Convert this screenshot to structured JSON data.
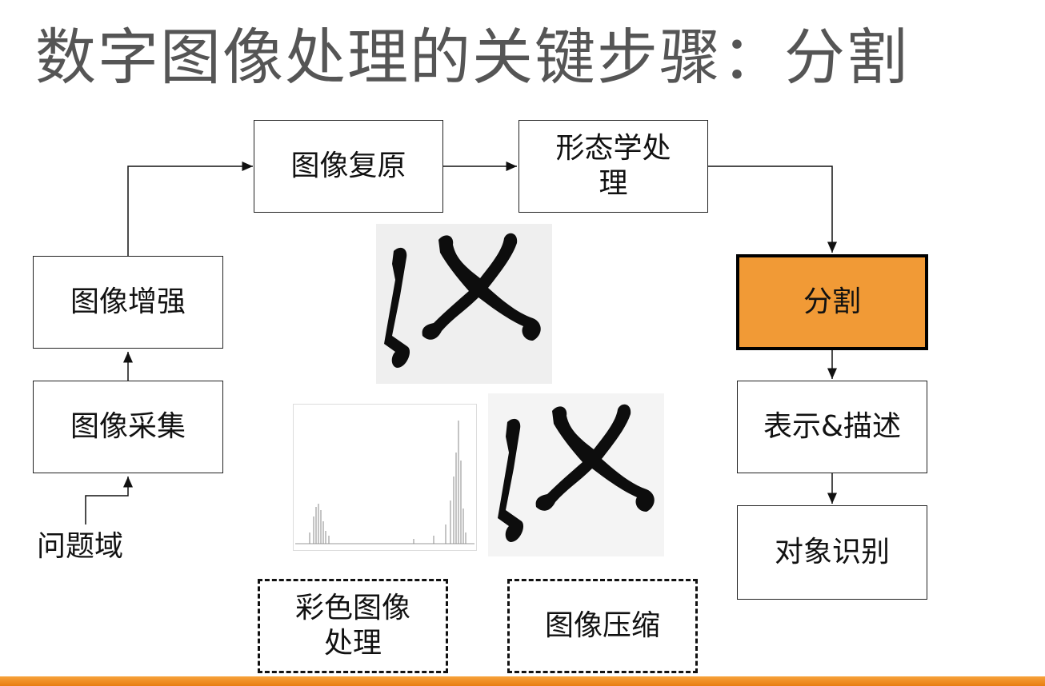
{
  "title": "数字图像处理的关键步骤：分割",
  "nodes": {
    "enhance": "图像增强",
    "acquire": "图像采集",
    "problem": "问题域",
    "restore": "图像复原",
    "morph": "形态学处\n理",
    "segment": "分割",
    "represent": "表示&描述",
    "recognize": "对象识别",
    "color": "彩色图像\n处理",
    "compress": "图像压缩"
  },
  "colors": {
    "highlight": "#f19a36",
    "bottom_bar": "#f08a1e"
  },
  "images": {
    "top": "segmented-character-image",
    "histogram": "intensity-histogram",
    "bottom": "segmented-character-image-2"
  }
}
